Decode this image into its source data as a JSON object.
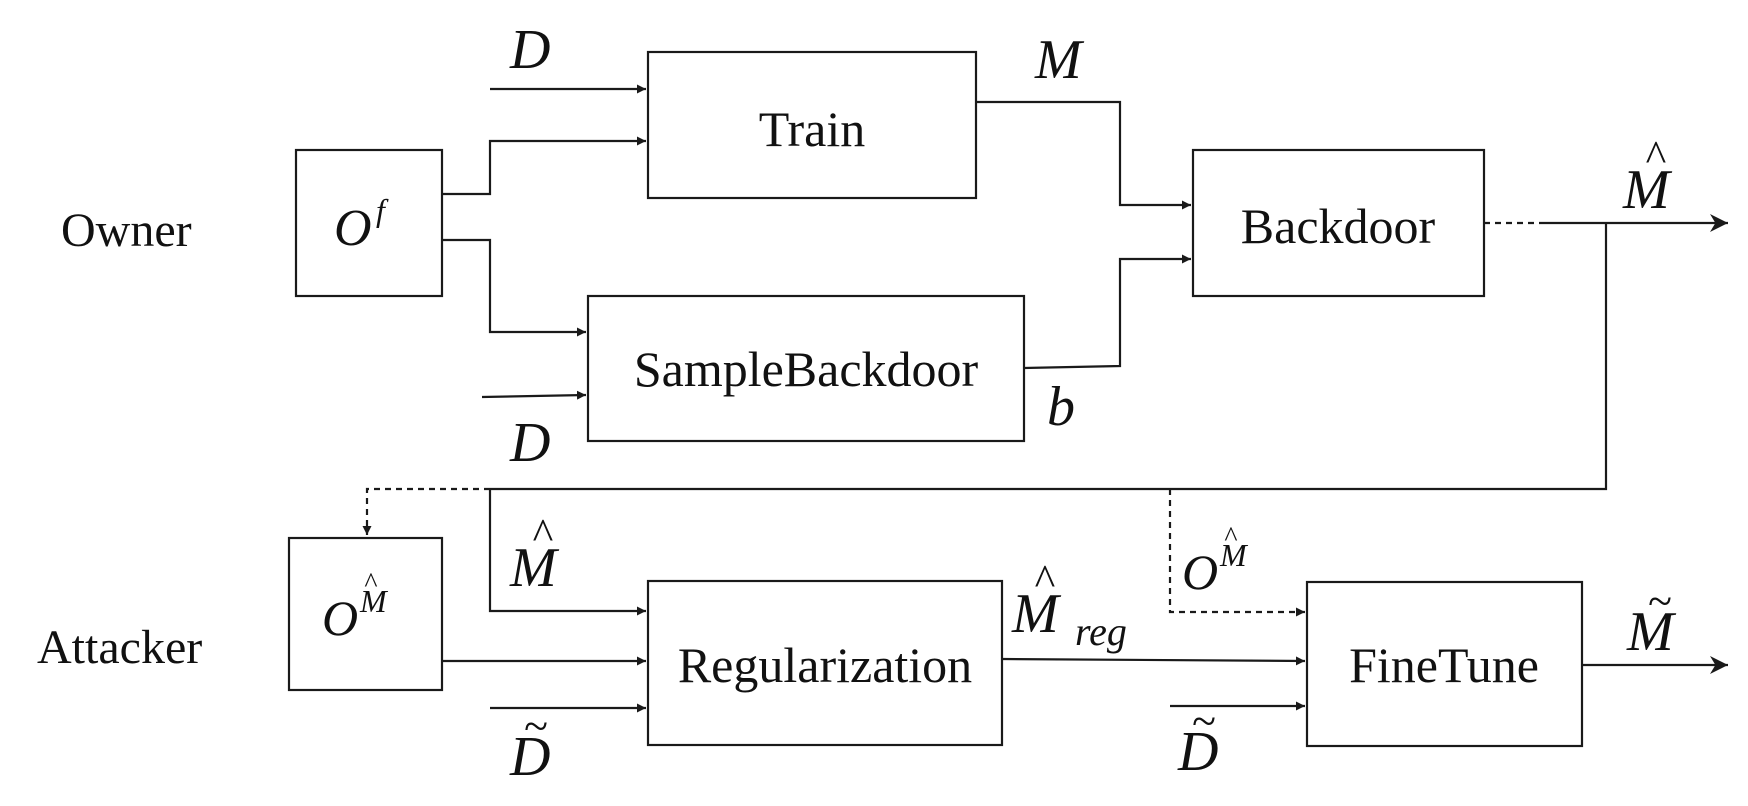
{
  "roles": {
    "owner": "Owner",
    "attacker": "Attacker"
  },
  "boxes": {
    "train": "Train",
    "sample_backdoor": "SampleBackdoor",
    "backdoor": "Backdoor",
    "regularization": "Regularization",
    "finetune": "FineTune",
    "owner_oracle": {
      "base": "O",
      "sup": "f"
    },
    "attacker_oracle": {
      "base": "O",
      "sup": "M",
      "sup_accent": "^"
    }
  },
  "labels": {
    "d_train": "D",
    "d_sample": "D",
    "m": "M",
    "b": "b",
    "m_hat_out": {
      "base": "M",
      "accent": "^"
    },
    "m_hat_attacker": {
      "base": "M",
      "accent": "^"
    },
    "m_hat_reg": {
      "base": "M",
      "accent": "^",
      "sub": "reg"
    },
    "o_m_hat_mid": {
      "base": "O",
      "sup": "M",
      "sup_accent": "^"
    },
    "d_tilde_reg": {
      "base": "D",
      "accent": "~"
    },
    "d_tilde_ft": {
      "base": "D",
      "accent": "~"
    },
    "m_tilde_out": {
      "base": "M",
      "accent": "~"
    }
  }
}
